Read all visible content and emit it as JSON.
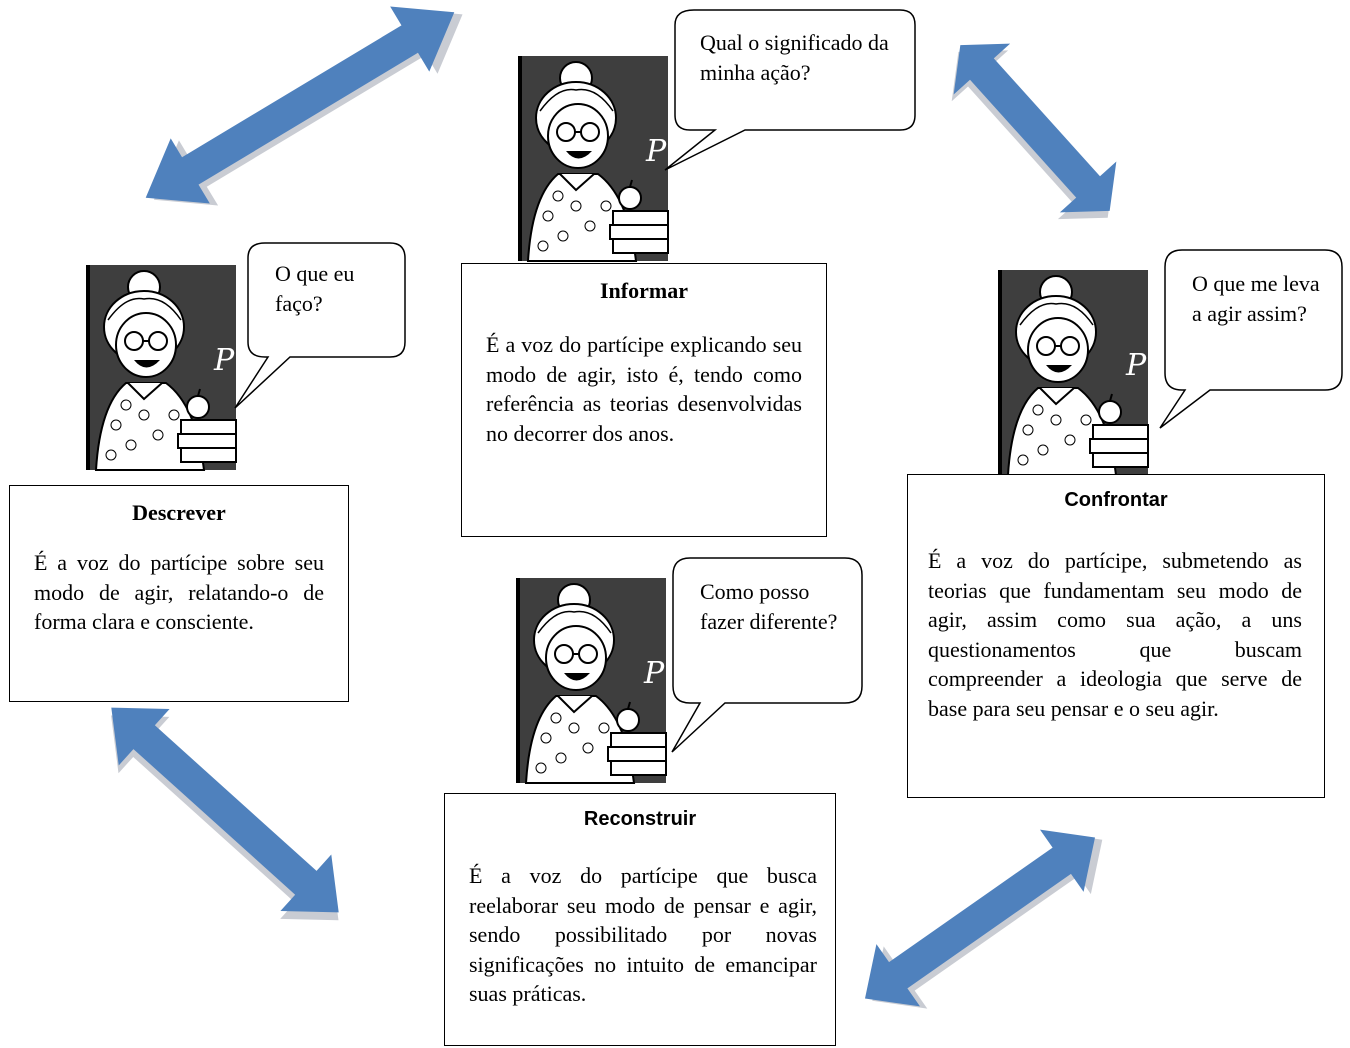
{
  "cards": {
    "informar": {
      "title": "Informar",
      "body": "É a voz do partícipe explicando seu modo de agir, isto é, tendo como referência as teorias desenvolvidas no decorrer dos anos.",
      "bubble": "Qual o significado da minha ação?"
    },
    "descrever": {
      "title": "Descrever",
      "body": "É a voz do partícipe sobre seu modo de agir, relatando-o de forma clara e consciente.",
      "bubble": "O que eu faço?"
    },
    "confrontar": {
      "title": "Confrontar",
      "body": "É a voz do partícipe, submetendo as teorias que fundamentam seu modo de agir, assim como sua ação, a uns questionamentos que buscam compreender a ideologia que serve de base para seu pensar e o seu agir.",
      "bubble": "O que me leva a agir assim?"
    },
    "reconstruir": {
      "title": "Reconstruir",
      "body": "É a voz do partícipe que busca reelaborar seu modo de pensar e agir, sendo possibilitado por novas significações no intuito de emancipar suas práticas.",
      "bubble": "Como posso fazer diferente?"
    }
  },
  "colors": {
    "arrow_fill": "#4f81bd",
    "arrow_shadow": "#c9ccd3",
    "board": "#3e3e3e"
  }
}
